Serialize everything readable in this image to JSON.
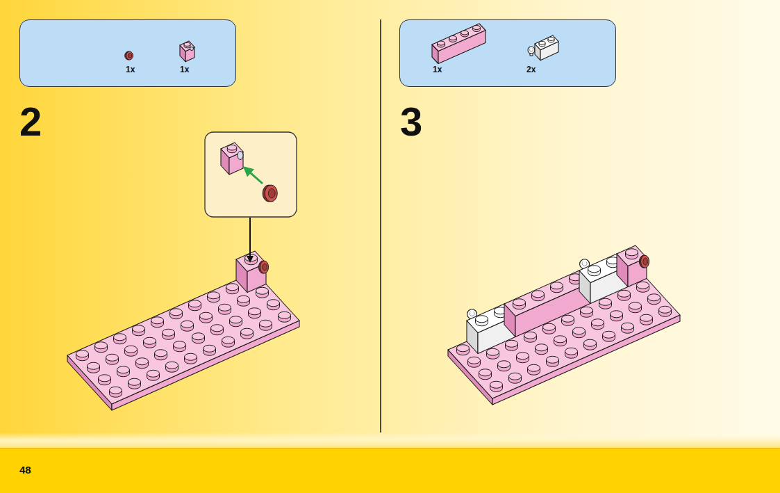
{
  "diagram": {
    "nodes": [
      {
        "text": [
          "1x",
          "1x"
        ]
      },
      {
        "text": [
          "1x",
          "2x"
        ]
      }
    ],
    "labels": [
      "2",
      "3",
      "48"
    ]
  }
}
